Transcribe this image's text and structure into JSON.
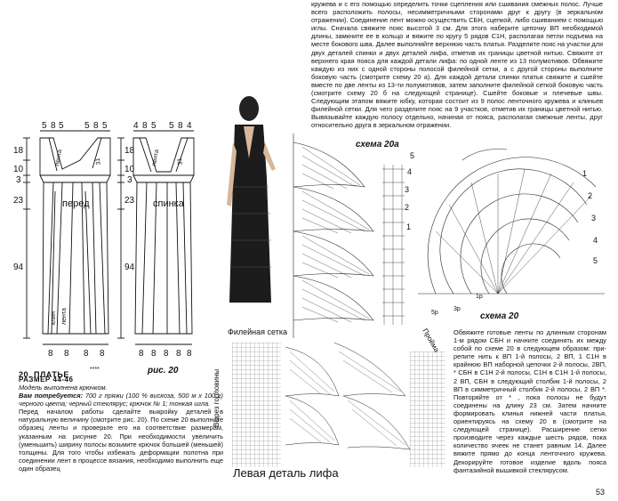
{
  "top_text": "кружева и с его помощью определить точки сцепления или сшивания смежных полос. Лучше всего расположить полосы, несимметричными сторонами друг к другу (в зеркальном отражении). Соединение лент можно осуществить СБН, сцепкой, либо сшиванием с помощью иглы. Сначала свяжите пояс высотой 3 см. Для этого наберите цепочку ВП необходимой длины, замкните ее в кольцо и вяжите по кругу 5 рядов С1Н, располагая петли подъема на месте бокового шва. Далее выполняйте верхнюю часть платья. Разделите пояс на участки для двух деталей спинки и двух деталей лифа, отметив их границы цветной нитью. Свяжите от верхнего края пояса для каждой детали лифа: по одной ленте из 13 полумотивов. Обвяжите каждую из них с одной стороны полосой филейной сетки, а с другой стороны выполните боковую часть (смотрите схему 20 а). Для каждой детали спинки платья свяжите и сшейте вместе по две ленты из 13-ти полумотивов, затем заполните филейной сеткой боковую часть (смотрите схему 20 б на следующей странице). Сшейте боковые и плечевые швы. Следующим этапом вяжите юбку, которая состоит из 9 полос ленточного кружева и клиньев филейной сетки. Для чего разделите пояс на 9 участков, отметив их границы цветной нитью. Вывязывайте каждую полосу отдельно, начиная от пояса, располагая смежные ленты, друг относительно друга в зеркальном отражении.",
  "article": {
    "title": "20. ПЛАТЬЕ",
    "stars": "****",
    "fig": "рис. 20",
    "size": "РАЗМЕР 44-46",
    "model": "Модель выполнена крючком.",
    "materials_label": "Вам потребуется:",
    "materials": " 700 г пряжи (100 % вискоза, 500 м x 100 г) черного цвета; черный стеклярус; крючок № 1; тонкая игла.",
    "body": "Перед началом работы сделайте выкройку деталей в натуральную величину (смотрите рис. 20). По схеме 20 выполните образец ленты и проверьте его на соответствие размерам, указанным на рисунке 20. При необходимости увеличить (уменьшить) ширину полосы возьмите крючок большей (меньшей) толщины. Для того чтобы избежать деформации полотна при соединении лент в процессе вязания, необходимо выполнить еще один образец"
  },
  "right_text": "Обвяжите готовые ленты по длинным сторонам 1-м рядом СБН и начните соединять их между собой по схеме 20 в следующем образом: пpи-репите нить к ВП 1-й полосы, 2 ВП, 1 С1Н в крайнюю ВП наборной цепочки 2-й полосы, 2ВП, * СБН в С1Н 2-й полосы, С1Н в С1Н 1-й полосы, 2 ВП, СБН в следующий столбик 1-й полосы, 2 ВП в симметричный столбик 2-й полосы, 2 ВП *. Повторяйте от * , пока полосы не будут соединены на длину 23 см. Затем начните формировать клинья нижней части платья, ориентируясь на схему 20 в (смотрите на следующей странице). Расширение сетки производите через каждые шесть рядов, пока количество ячеек не станет равным 14. Далее вяжите прямо до конца ленточного кружева. Декорируйте готовое изделие вдоль пояса фантазийной вышивкой стеклярусом.",
  "pattern": {
    "front_top_dims": [
      "5",
      "8",
      "5"
    ],
    "back_top_dims": [
      "4",
      "8",
      "5"
    ],
    "heights": [
      "18",
      "10",
      "3",
      "23",
      "94"
    ],
    "front_label": "перед",
    "back_label": "спинка",
    "lenta": "лента",
    "klin": "клин",
    "dims_31": "31",
    "bottom_dims": [
      "8",
      "8",
      "8",
      "8"
    ],
    "bottom_dims_back": [
      "8",
      "8",
      "8",
      "8",
      "8"
    ]
  },
  "schema_20a": "схема 20а",
  "schema_20": "схема 20",
  "row_numbers": [
    "1",
    "2",
    "3",
    "4",
    "5"
  ],
  "row_numbers_right": [
    "1",
    "2",
    "3",
    "4",
    "5"
  ],
  "bottom_notes": {
    "p1": "1р",
    "p3": "3р",
    "p5": "5р"
  },
  "labels": {
    "filet": "Филейная сетка",
    "cut": "Вырез горловины",
    "cut2": "Пройма",
    "left_detail": "Левая деталь лифа"
  },
  "page_number": "53"
}
